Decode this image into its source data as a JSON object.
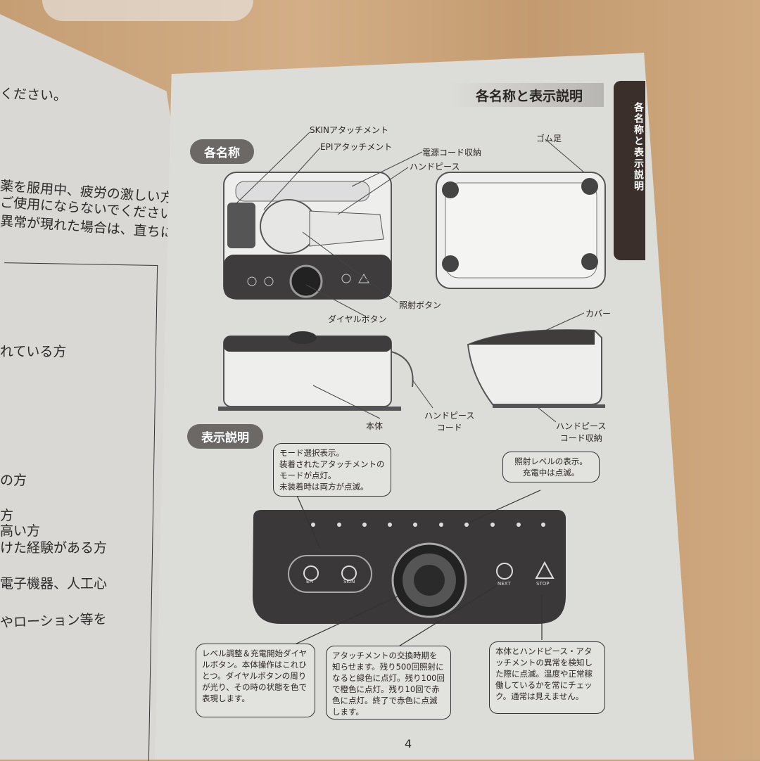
{
  "left_page": {
    "lines": [
      "ください。",
      "薬を服用中、疲労の激しい方",
      "ご使用にならないでください。",
      "異常が現れた場合は、直ちに",
      "れている方",
      "の方",
      "方",
      "高い方",
      "けた経験がある方",
      "電子機器、人工心",
      "やローション等を"
    ]
  },
  "header": {
    "title": "各名称と表示説明",
    "side_tab": "各名称と表示説明"
  },
  "section_names": {
    "title": "各名称",
    "labels": {
      "skin": "SKINアタッチメント",
      "epi": "EPIアタッチメント",
      "cord_storage": "電源コード収納",
      "handpiece": "ハンドピース",
      "rubber_feet": "ゴム足",
      "irradiation_button": "照射ボタン",
      "dial_button": "ダイヤルボタン",
      "cover": "カバー",
      "body": "本体",
      "handpiece_cord": "ハンドピース\nコード",
      "handpiece_cord_storage": "ハンドピース\nコード収納"
    }
  },
  "section_display": {
    "title": "表示説明",
    "callouts": {
      "mode": "モード選択表示。\n装着されたアタッチメントの\nモードが点灯。\n未装着時は両方が点滅。",
      "level": "照射レベルの表示。\n充電中は点滅。",
      "dial": "レベル調整＆充電開始ダイヤルボタン。本体操作はこれひとつ。ダイヤルボタンの周りが光り、その時の状態を色で表現します。",
      "replace": "アタッチメントの交換時期を知らせます。残り500回照射になると緑色に点灯。残り100回で橙色に点灯。残り10回で赤色に点灯。終了で赤色に点滅します。",
      "stop": "本体とハンドピース・アタッチメントの異常を検知した際に点滅。温度や正常稼働しているかを常にチェック。通常は見えません。"
    },
    "panel": {
      "epi": "EPI",
      "skin": "SKIN",
      "next": "NEXT",
      "stop": "STOP"
    }
  },
  "page_number": "4"
}
